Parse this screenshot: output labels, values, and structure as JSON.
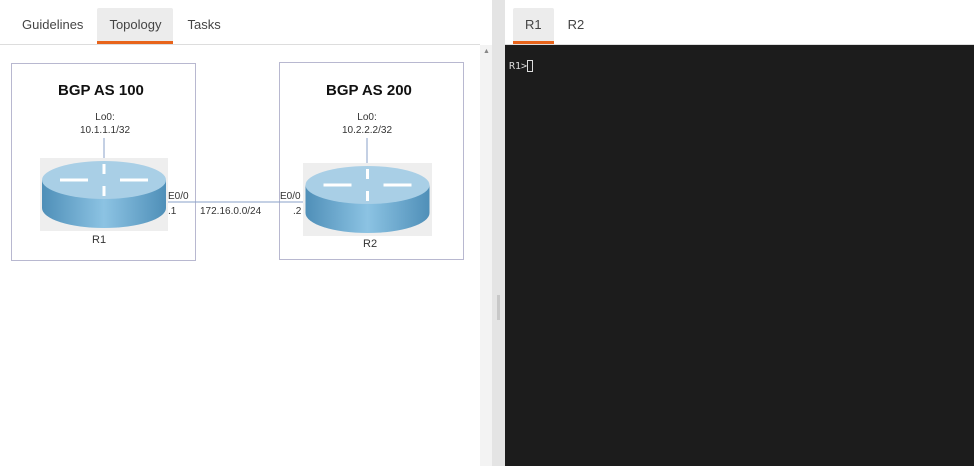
{
  "left_tabs": [
    "Guidelines",
    "Topology",
    "Tasks"
  ],
  "right_tabs": [
    "R1",
    "R2"
  ],
  "terminal": {
    "prompt": "R1>"
  },
  "topology": {
    "as1": {
      "title": "BGP AS 100",
      "lo_label": "Lo0:",
      "lo_ip": "10.1.1.1/32",
      "router": "R1",
      "iface": "E0/0",
      "host": ".1"
    },
    "as2": {
      "title": "BGP AS 200",
      "lo_label": "Lo0:",
      "lo_ip": "10.2.2.2/32",
      "router": "R2",
      "iface": "E0/0",
      "host": ".2"
    },
    "link": "172.16.0.0/24"
  }
}
